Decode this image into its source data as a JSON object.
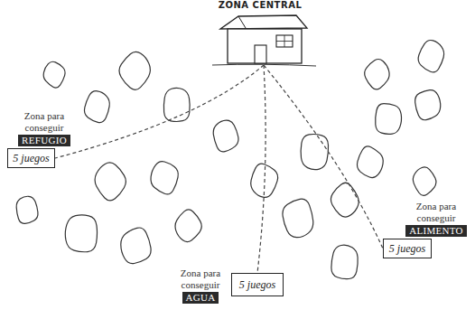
{
  "diagram": {
    "nodes": [
      {
        "text": [
          "ZONA CENTRAL"
        ]
      },
      {
        "text": [
          "Zona para conseguir",
          "REFUGIO",
          "5 juegos"
        ]
      },
      {
        "text": [
          "Zona para conseguir",
          "ALIMENTO",
          "5 juegos"
        ]
      },
      {
        "text": [
          "Zona para conseguir",
          "AGUA",
          "5 juegos"
        ]
      }
    ],
    "edges": [
      {
        "from": 0,
        "to": 1,
        "arrow": "none"
      },
      {
        "from": 0,
        "to": 2,
        "arrow": "none"
      },
      {
        "from": 0,
        "to": 3,
        "arrow": "none"
      }
    ]
  }
}
